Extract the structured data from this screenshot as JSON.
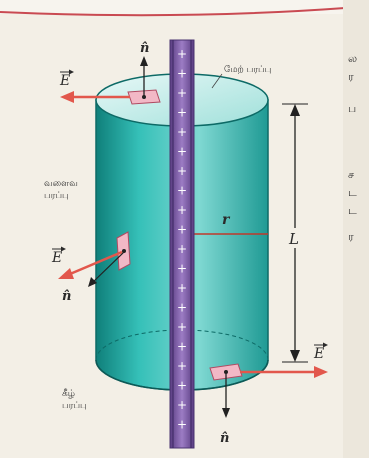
{
  "labels": {
    "top_surface": "மேற் பரப்பு",
    "curved_surface_line1": "வளைவ",
    "curved_surface_line2": "பரப்பு",
    "bottom_surface_line1": "கீழ்",
    "bottom_surface_line2": "பரப்பு",
    "field": "E",
    "normal": "n̂",
    "radius": "r",
    "length": "L",
    "charge": "+"
  },
  "margin_glyphs": [
    "ல",
    "ர",
    "ப",
    "ச",
    "ட",
    "ட",
    "ர"
  ],
  "colors": {
    "page": "#f3efe6",
    "cylinder": "#2bb3ad",
    "cylinder_dark": "#0f7f7a",
    "cylinder_light": "#bfe9e6",
    "rod": "#7a5aa0",
    "rod_edge": "#4a3370",
    "arrow": "#e2574c",
    "patch": "#f2b8c6",
    "header_line": "#c94a52"
  }
}
